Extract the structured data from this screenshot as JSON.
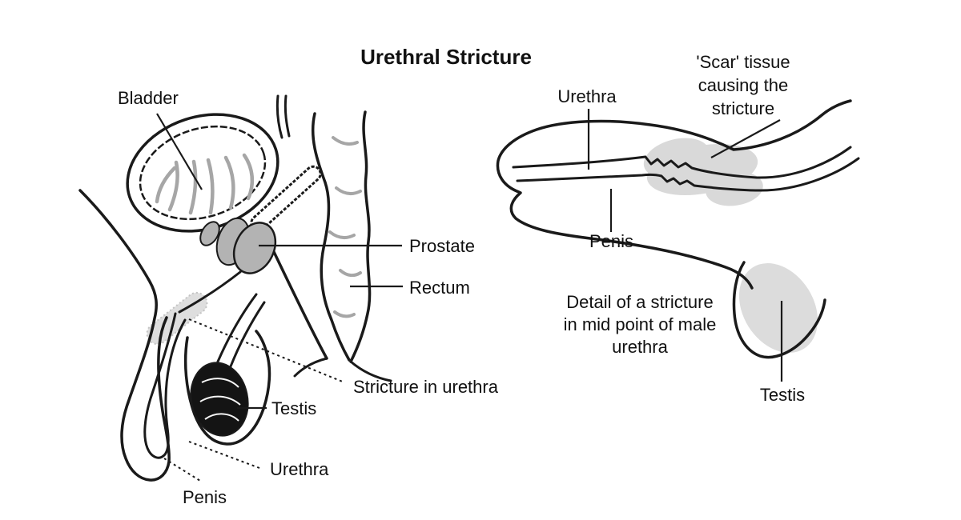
{
  "title": "Urethral Stricture",
  "left_diagram": {
    "labels": {
      "bladder": "Bladder",
      "prostate": "Prostate",
      "rectum": "Rectum",
      "stricture": "Stricture in urethra",
      "testis": "Testis",
      "urethra": "Urethra",
      "penis": "Penis"
    }
  },
  "right_diagram": {
    "labels": {
      "urethra": "Urethra",
      "scar": [
        "'Scar' tissue",
        "causing the",
        "stricture"
      ],
      "penis": "Penis",
      "caption": [
        "Detail of a stricture",
        "in mid point of male",
        "urethra"
      ],
      "testis": "Testis"
    }
  },
  "colors": {
    "line": "#1a1a1a",
    "prostate_fill": "#b3b3b3",
    "soft_tissue_fill": "#d9d9d9",
    "stricture_fill": "#dedede",
    "squiggle": "#a6a6a6",
    "background": "#ffffff"
  }
}
